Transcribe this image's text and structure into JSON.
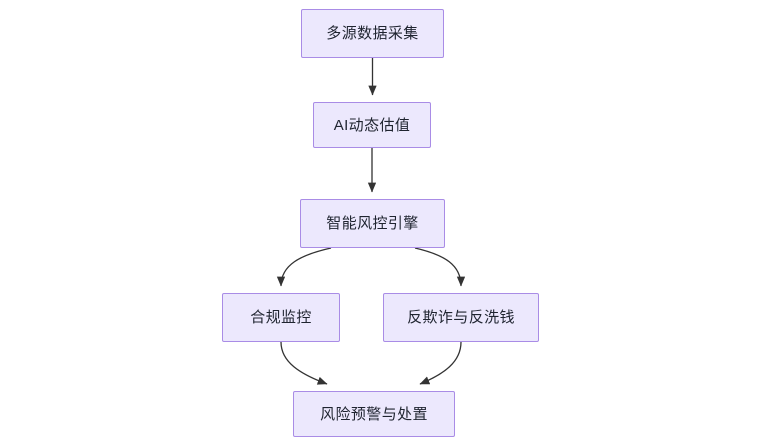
{
  "diagram": {
    "title": "",
    "type": "flowchart",
    "direction": "top-down",
    "colors": {
      "node_fill": "#ECE8FD",
      "node_border": "#A98CE6",
      "node_text": "#1F2430",
      "edge_line": "#333333",
      "background": "#FFFFFF"
    },
    "nodes": [
      {
        "id": "n1",
        "label": "多源数据采集"
      },
      {
        "id": "n2",
        "label": "AI动态估值"
      },
      {
        "id": "n3",
        "label": "智能风控引擎"
      },
      {
        "id": "n4",
        "label": "合规监控"
      },
      {
        "id": "n5",
        "label": "反欺诈与反洗钱"
      },
      {
        "id": "n6",
        "label": "风险预警与处置"
      }
    ],
    "edges": [
      {
        "from": "n1",
        "to": "n2",
        "label": "",
        "style": "straight-arrow"
      },
      {
        "from": "n2",
        "to": "n3",
        "label": "",
        "style": "straight-arrow"
      },
      {
        "from": "n3",
        "to": "n4",
        "label": "",
        "style": "curved-arrow"
      },
      {
        "from": "n3",
        "to": "n5",
        "label": "",
        "style": "curved-arrow"
      },
      {
        "from": "n4",
        "to": "n6",
        "label": "",
        "style": "curved-arrow"
      },
      {
        "from": "n5",
        "to": "n6",
        "label": "",
        "style": "curved-arrow"
      }
    ]
  }
}
